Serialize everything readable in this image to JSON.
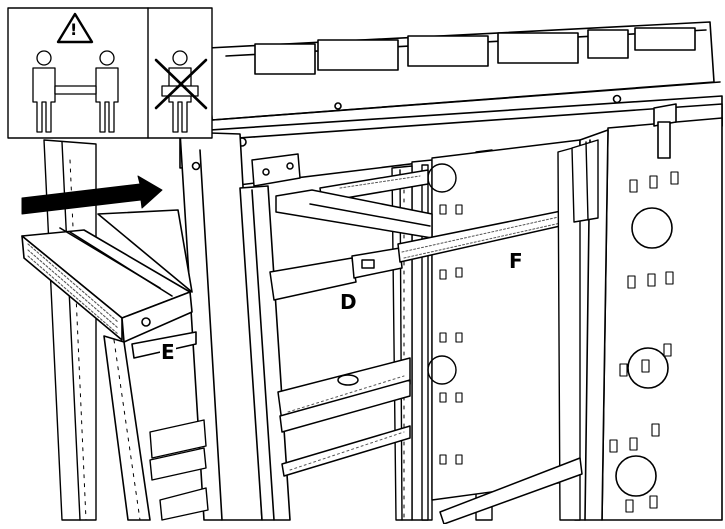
{
  "warning_panel": {
    "warning_symbol": "!",
    "icons": [
      "caution-triangle-icon",
      "two-person-lift-icon",
      "no-single-person-lift-icon"
    ]
  },
  "callouts": {
    "d": "D",
    "e": "E",
    "f": "F"
  },
  "arrow": {
    "direction": "right",
    "icon": "insertion-arrow-icon"
  },
  "colors": {
    "line": "#000000",
    "background": "#ffffff",
    "hatch": "#555555"
  }
}
